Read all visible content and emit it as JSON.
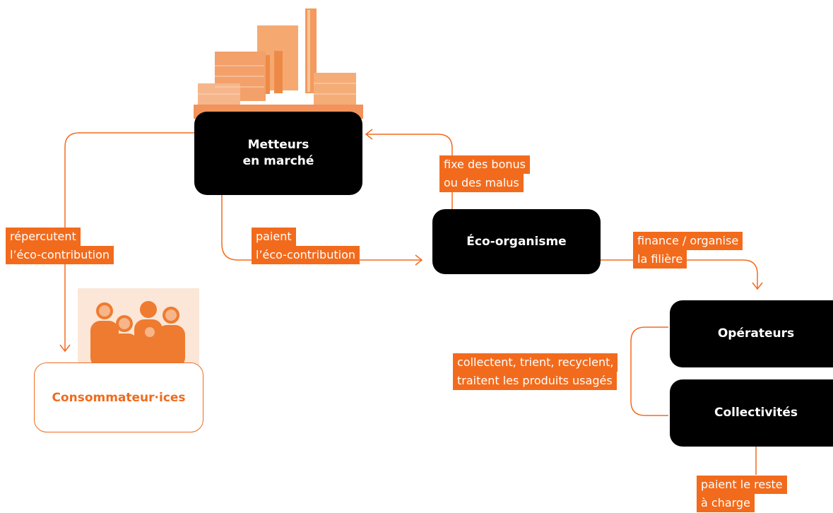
{
  "colors": {
    "accent": "#f26b1d",
    "node": "#000000",
    "background": "#ffffff"
  },
  "icons": {
    "factory": "factory-icon",
    "people": "people-group-icon"
  },
  "nodes": {
    "metteurs": [
      "Metteurs",
      "en marché"
    ],
    "eco": "Éco-organisme",
    "operateurs": "Opérateurs",
    "collectivites": "Collectivités",
    "consommateurs": "Consommateur·ices"
  },
  "labels": {
    "repercutent": [
      "répercutent",
      "l’éco-contribution"
    ],
    "paient": [
      "paient",
      "l’éco-contribution"
    ],
    "fixe": [
      "fixe des bonus",
      "ou des malus"
    ],
    "finance": [
      "finance / organise",
      "la filière"
    ],
    "collectent": [
      "collectent, trient, recyclent,",
      "traitent les produits usagés"
    ],
    "reste": [
      "paient le reste",
      "à charge"
    ]
  }
}
